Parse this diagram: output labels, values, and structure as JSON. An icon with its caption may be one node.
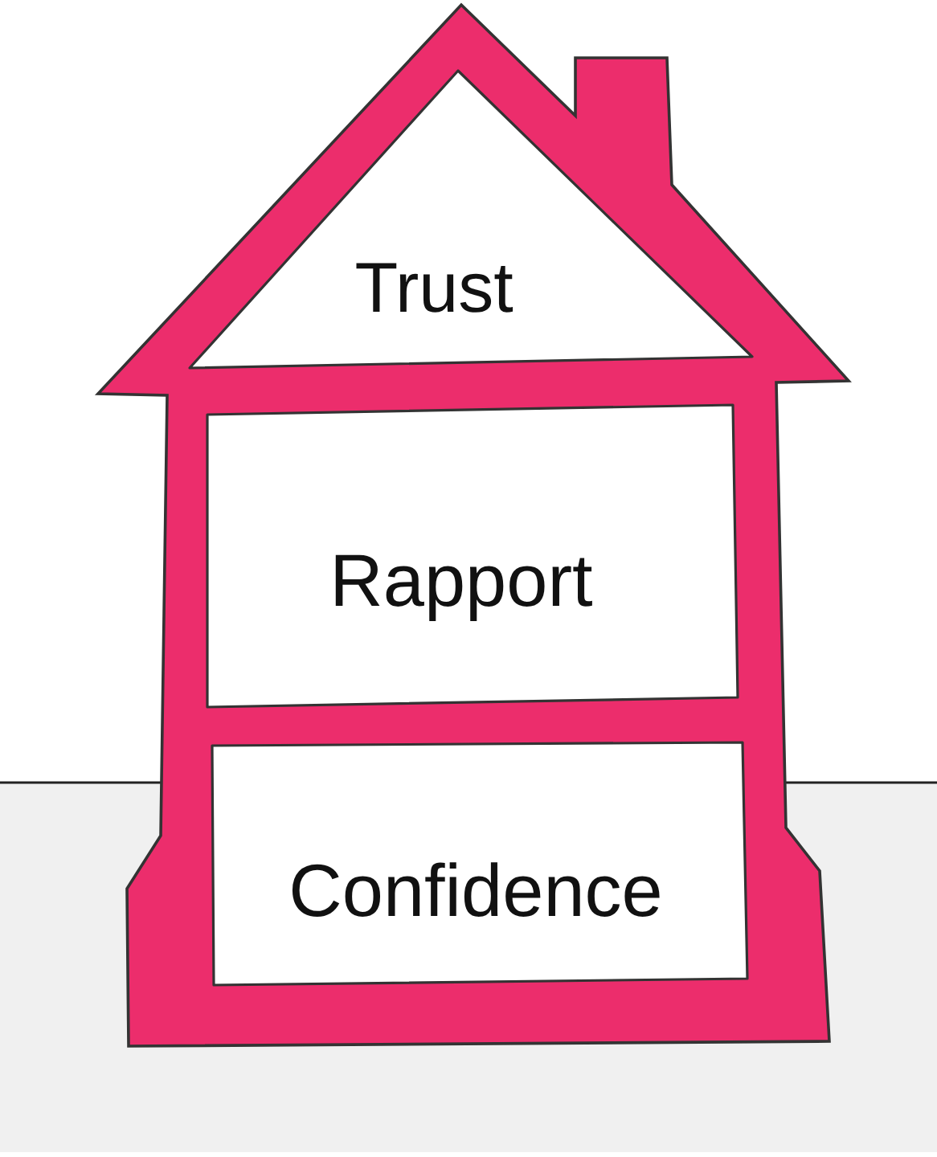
{
  "diagram": {
    "nodes": [
      {
        "text": [
          "Trust"
        ]
      },
      {
        "text": [
          "Rapport"
        ]
      },
      {
        "text": [
          "Confidence"
        ]
      }
    ]
  }
}
